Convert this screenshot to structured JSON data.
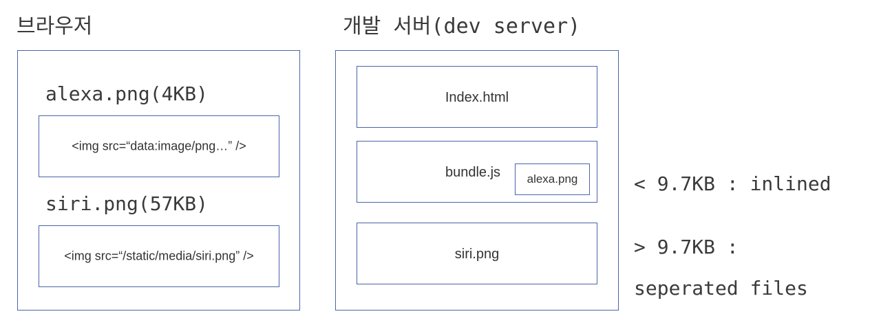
{
  "browser": {
    "title": "브라우저",
    "alexa_label": "alexa.png(4KB)",
    "alexa_code": "<img src=“data:image/png…” />",
    "siri_label": "siri.png(57KB)",
    "siri_code": "<img src=“/static/media/siri.png” />"
  },
  "dev_server": {
    "title": "개발 서버(dev server)",
    "index_file": "Index.html",
    "bundle_file": "bundle.js",
    "bundle_inner_file": "alexa.png",
    "siri_file": "siri.png"
  },
  "rules": {
    "inlined": "< 9.7KB : inlined",
    "separated_line1": "> 9.7KB :",
    "separated_line2": "seperated files"
  },
  "colors": {
    "box_border": "#4a63a8",
    "text": "#333333"
  }
}
